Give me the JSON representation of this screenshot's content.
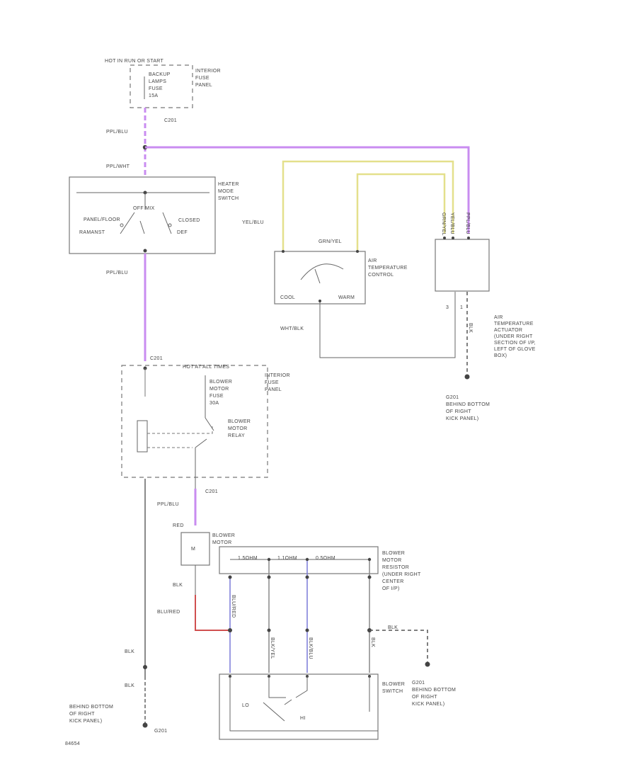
{
  "colors": {
    "ppl_blu": "#c98cf0",
    "yel_blu": "#e4e08c",
    "red": "#d05050",
    "blu": "#7a7ad8",
    "wht_blk": "#888888",
    "blk": "#8a8a8a"
  },
  "labels": {
    "hot_run_start": "HOT IN RUN OR START",
    "backup_fuse": [
      "BACKUP",
      "LAMPS",
      "FUSE",
      "15A"
    ],
    "interior_fuse_top": [
      "INTERIOR",
      "FUSE",
      "PANEL"
    ],
    "c201_top": "C201",
    "ppl_blu_1": "PPL/BLU",
    "ppl_wht": "PPL/WHT",
    "heater_mode": [
      "HEATER",
      "MODE",
      "SWITCH"
    ],
    "panel_floor": "PANEL/FLOOR",
    "off_mix": "OFF MIX",
    "ramanst": "RAMANST",
    "closed": "CLOSED",
    "defrost": "DEF",
    "ppl_blu_2": "PPL/BLU",
    "yel_blu": "YEL/BLU",
    "grn_yel": "GRN/YEL",
    "air_temp_control": [
      "AIR",
      "TEMPERATURE",
      "CONTROL"
    ],
    "cool": "COOL",
    "warm": "WARM",
    "vert_wires": [
      "GRN/YEL",
      "YEL/BLU",
      "PPL/BLU"
    ],
    "wht_blk": "WHT/BLK",
    "actuator_pins": [
      "3",
      "1"
    ],
    "actuator": [
      "AIR",
      "TEMPERATURE",
      "ACTUATOR",
      "(UNDER RIGHT",
      "SECTION OF I/P,",
      "LEFT OF GLOVE",
      "BOX)"
    ],
    "act_ground_wire": "BLK",
    "ground_right": [
      "G201",
      "BEHIND BOTTOM",
      "OF RIGHT",
      "KICK PANEL)"
    ],
    "c201_mid": "C201",
    "hot_all_times": "HOT AT ALL TIMES",
    "interior_fuse_mid": [
      "INTERIOR",
      "FUSE",
      "PANEL"
    ],
    "blower_fuse": [
      "BLOWER",
      "MOTOR",
      "FUSE",
      "30A"
    ],
    "blower_relay": [
      "BLOWER",
      "MOTOR",
      "RELAY"
    ],
    "c201_bottom": "C201",
    "ppl_blu_3": "PPL/BLU",
    "red_wire": "RED",
    "blower_motor": [
      "BLOWER",
      "MOTOR"
    ],
    "blk_wire": "BLK",
    "blu_red": "BLU/RED",
    "blk_1": "BLK",
    "blk_2": "BLK",
    "resistor_taps": [
      "1.5OHM",
      "1.1OHM",
      "0.5OHM"
    ],
    "blower_resistor": [
      "BLOWER",
      "MOTOR",
      "RESISTOR",
      "(UNDER RIGHT",
      "CENTER",
      "OF I/P)"
    ],
    "res_wires": [
      "BLU/RED",
      "BLK/YEL",
      "BLK/BLU",
      "BLK"
    ],
    "blk_ground_wire": "BLK",
    "switch_lo": "LO",
    "switch_hi": "HI",
    "blower_switch": [
      "BLOWER",
      "SWITCH"
    ],
    "ground_blower": [
      "G201",
      "BEHIND BOTTOM",
      "OF RIGHT",
      "KICK PANEL)"
    ],
    "ground_left": [
      "BEHIND BOTTOM",
      "OF RIGHT",
      "KICK PANEL)"
    ],
    "g201_left": "G201",
    "figure_id": "84654"
  }
}
